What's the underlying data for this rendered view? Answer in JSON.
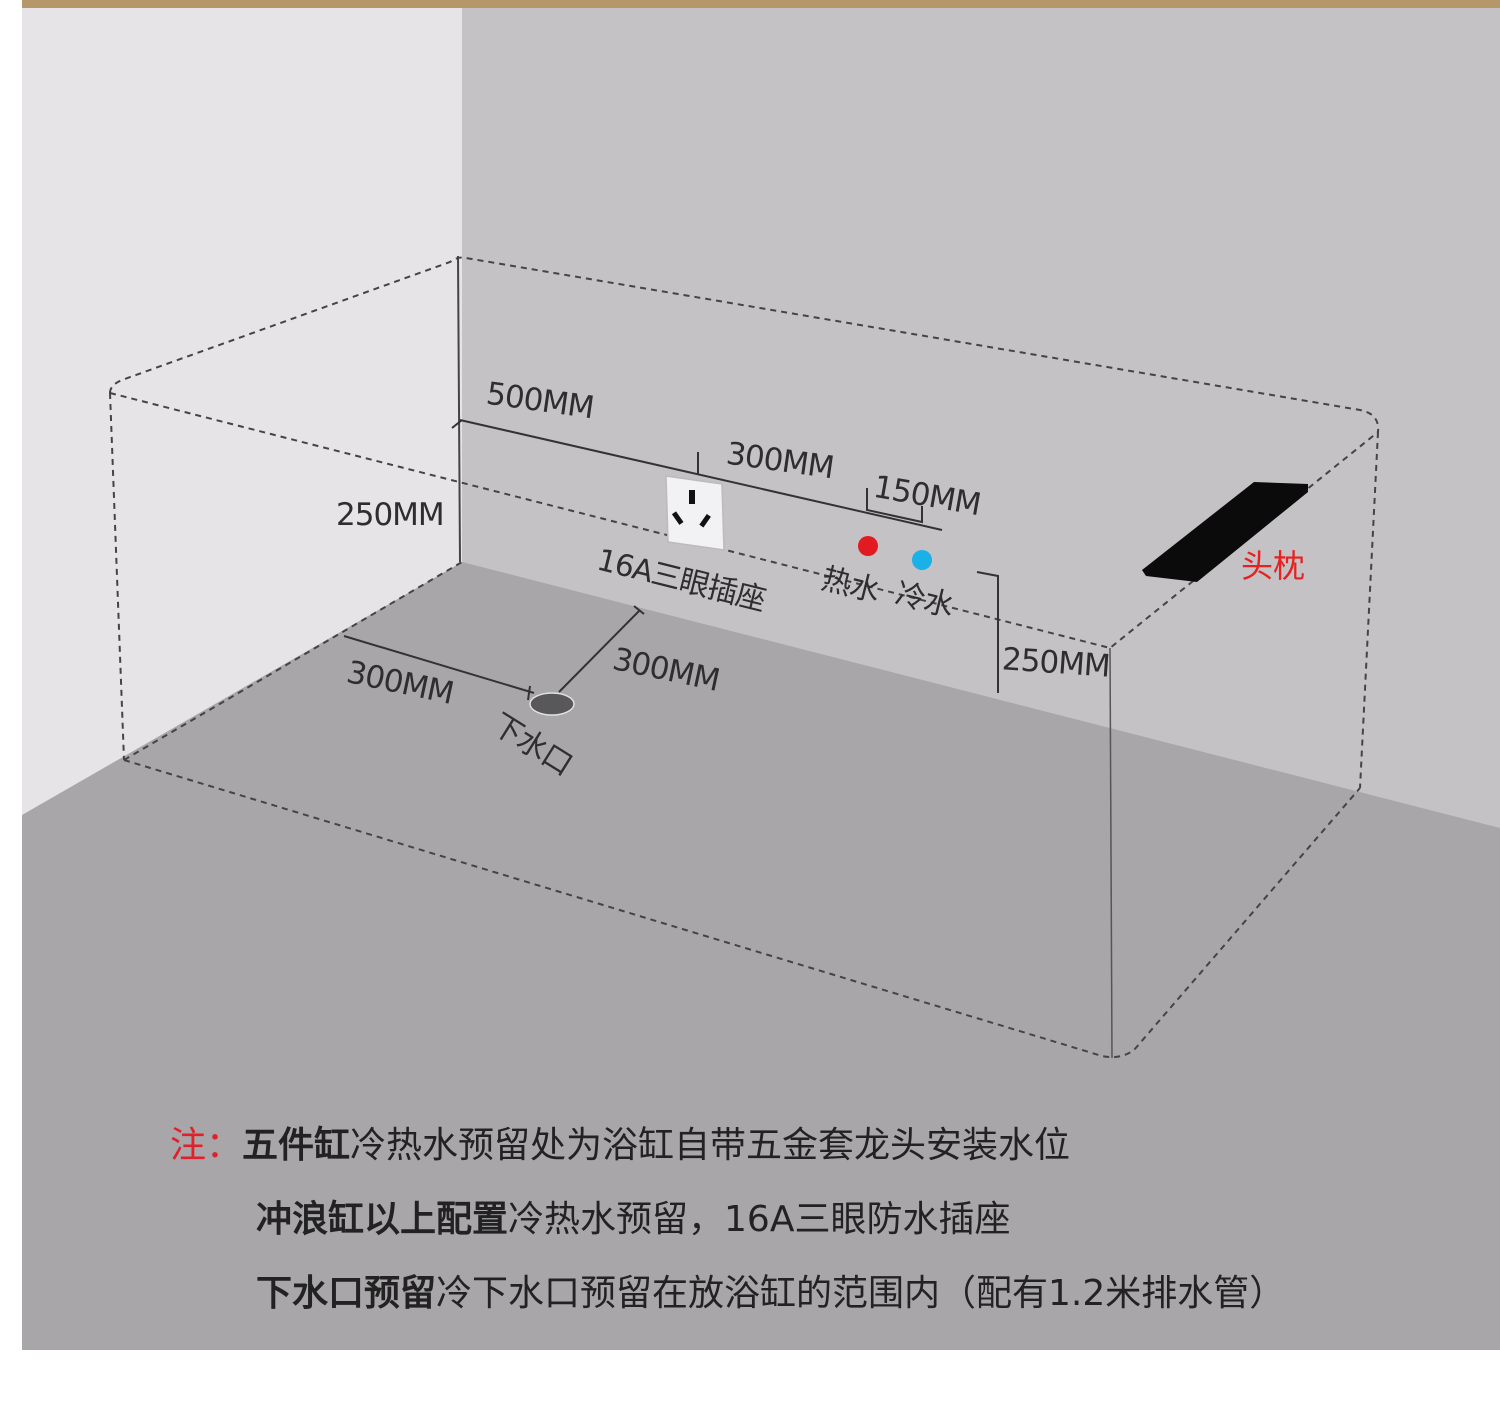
{
  "diagram": {
    "dims": {
      "socket_offset": "500MM",
      "socket_to_hot": "300MM",
      "hot_to_cold": "150MM",
      "socket_height": "250MM",
      "pipe_height": "250MM",
      "drain_from_side": "300MM",
      "drain_from_wall": "300MM"
    },
    "labels": {
      "socket": "16A三眼插座",
      "hot_water": "热水",
      "cold_water": "冷水",
      "drain": "下水口",
      "headrest": "头枕"
    },
    "colors": {
      "frame_top": "#b5976a",
      "left_wall": "#e6e4e7",
      "back_wall": "#c4c2c5",
      "floor": "#a8a6a9",
      "hot_dot": "#e21a22",
      "cold_dot": "#1ab0e8",
      "headrest_label": "#e8201f"
    }
  },
  "notes": {
    "prefix": "注：",
    "line1_bold": "五件缸",
    "line1_text": "冷热水预留处为浴缸自带五金套龙头安装水位",
    "line2_bold": "冲浪缸以上配置",
    "line2_text": "冷热水预留，16A三眼防水插座",
    "line3_bold": "下水口预留",
    "line3_text": "冷下水口预留在放浴缸的范围内（配有1.2米排水管）"
  }
}
